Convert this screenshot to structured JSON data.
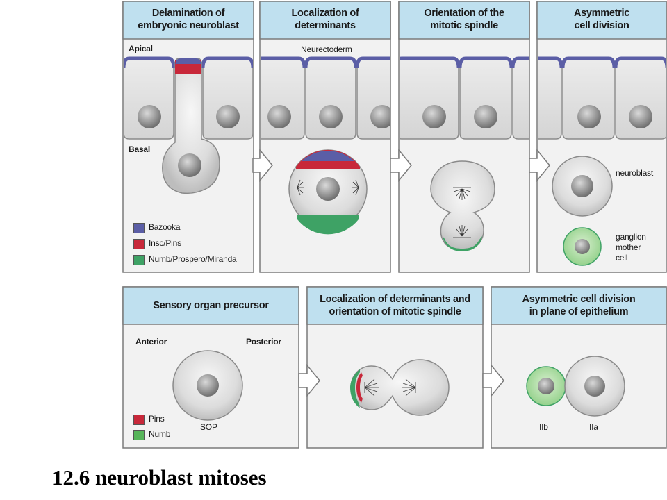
{
  "panels_top": [
    {
      "title": "Delamination of\nembryonic neuroblast"
    },
    {
      "title": "Localization of\ndeterminants"
    },
    {
      "title": "Orientation of the\nmitotic spindle"
    },
    {
      "title": "Asymmetric\ncell division"
    }
  ],
  "panels_bottom": [
    {
      "title": "Sensory organ precursor"
    },
    {
      "title": "Localization of determinants and\norientation of mitotic spindle"
    },
    {
      "title": "Asymmetric  cell division\nin plane of epithelium"
    }
  ],
  "labels": {
    "apical": "Apical",
    "basal": "Basal",
    "neurectoderm": "Neurectoderm",
    "neuroblast": "neuroblast",
    "gmc": "ganglion\nmother\ncell",
    "anterior": "Anterior",
    "posterior": "Posterior",
    "sop": "SOP",
    "iib": "IIb",
    "iia": "IIa"
  },
  "legend_top": [
    {
      "label": "Bazooka",
      "color": "#5b5ea6"
    },
    {
      "label": "Insc/Pins",
      "color": "#c8283a"
    },
    {
      "label": "Numb/Prospero/Miranda",
      "color": "#3ea265"
    }
  ],
  "legend_bottom": [
    {
      "label": "Pins",
      "color": "#c8283a"
    },
    {
      "label": "Numb",
      "color": "#57b55a"
    }
  ],
  "colors": {
    "header_fill": "#bfe0ef",
    "panel_border": "#7a7a7a",
    "bazooka": "#5b5ea6",
    "pins": "#c8283a",
    "numb": "#3ea265",
    "numb_light": "#57b55a"
  },
  "caption": "12.6 neuroblast mitoses"
}
